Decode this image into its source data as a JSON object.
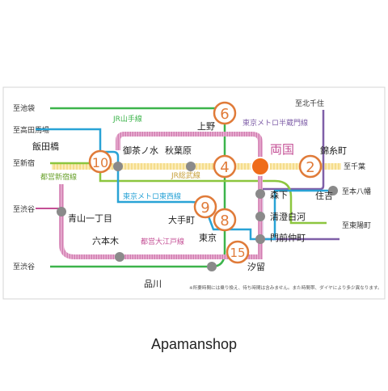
{
  "colors": {
    "yamanote": "#3cb44b",
    "sobu": "#f2d06b",
    "hanzomon": "#7f5fa8",
    "tozai": "#29a3d6",
    "oedo": "#c44f95",
    "shinjuku": "#8cc63f",
    "hub_border": "#e07b39",
    "hub_number": "#e07b39",
    "station_dot": "#8a8a8a",
    "highlight": "#ef6c1a"
  },
  "lines": {
    "yamanote": "JR山手線",
    "hanzomon": "東京メトロ半蔵門線",
    "shinjuku": "都営新宿線",
    "sobu": "JR総武線",
    "tozai": "東京メトロ東西線",
    "oedo": "都営大江戸線"
  },
  "stations": {
    "ueno": "上野",
    "iidabashi": "飯田橋",
    "ochanomizu": "御茶ノ水",
    "akihabara": "秋葉原",
    "ryogoku": "両国",
    "kinshicho": "錦糸町",
    "morishita": "森下",
    "sumiyoshi": "住吉",
    "kiyosumi": "清澄白河",
    "monzen": "門前仲町",
    "otemachi": "大手町",
    "tokyo": "東京",
    "aoyama": "青山一丁目",
    "roppongi": "六本木",
    "shiodome": "汐留",
    "shinagawa": "品川"
  },
  "terminals": {
    "ikebukuro": "至池袋",
    "takadanobaba": "至高田馬場",
    "shinjuku": "至新宿",
    "shibuya1": "至渋谷",
    "shibuya2": "至渋谷",
    "kitasenju": "至北千住",
    "chiba": "至千葉",
    "motoyawata": "至本八幡",
    "higashiyo": "至東陽町"
  },
  "minutes": {
    "ueno": "6",
    "iidabashi": "10",
    "akihabara": "4",
    "kinshicho": "2",
    "otemachi": "9",
    "tokyo": "8",
    "shiodome": "15"
  },
  "note": "※所要時間には乗り換え、待ち時間は含みません。また時間帯、ダイヤにより多少異なります。",
  "brand": "Apamanshop"
}
